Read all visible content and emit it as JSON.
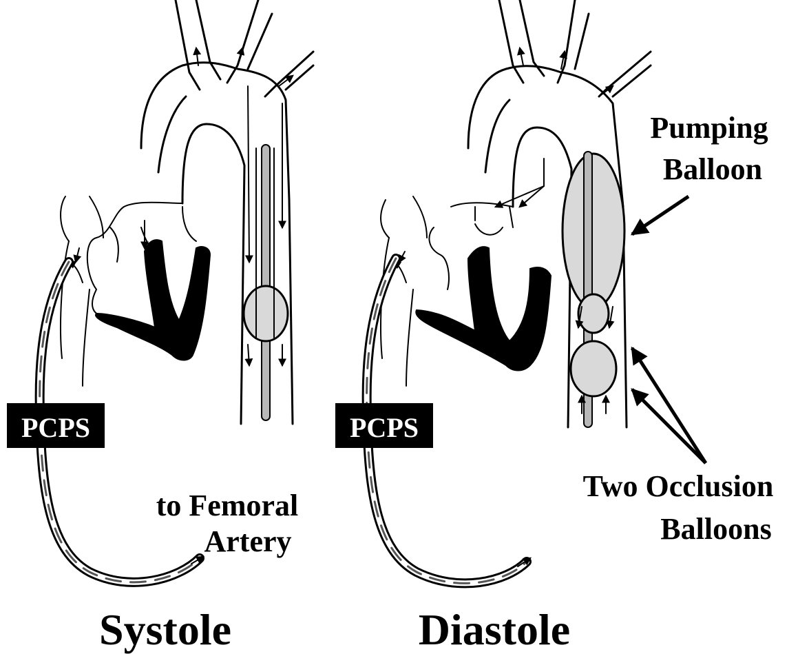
{
  "panels": {
    "systole": {
      "title": "Systole",
      "pcps_label": "PCPS",
      "femoral_label_line1": "to Femoral",
      "femoral_label_line2": "Artery"
    },
    "diastole": {
      "title": "Diastole",
      "pcps_label": "PCPS",
      "pumping_label_line1": "Pumping",
      "pumping_label_line2": "Balloon",
      "occlusion_label_line1": "Two Occlusion",
      "occlusion_label_line2": "Balloons"
    }
  },
  "colors": {
    "ink": "#000000",
    "balloon_fill": "#d9d9d9",
    "rod_fill": "#b8b8b8",
    "label_box": "#000000",
    "label_box_text": "#ffffff"
  },
  "icons": [
    "flow-arrow",
    "pointer-arrow"
  ]
}
